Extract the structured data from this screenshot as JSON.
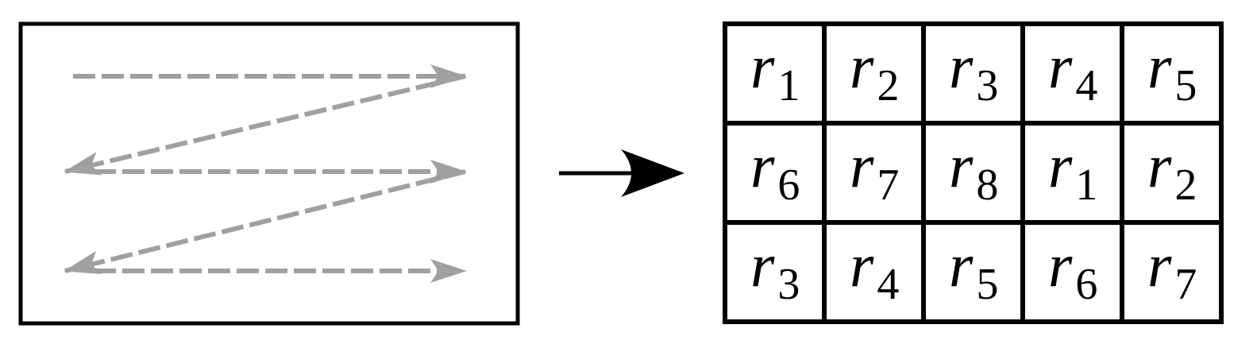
{
  "diagram": {
    "variable_letter": "r",
    "grid": {
      "rows": [
        [
          "1",
          "2",
          "3",
          "4",
          "5"
        ],
        [
          "6",
          "7",
          "8",
          "1",
          "2"
        ],
        [
          "3",
          "4",
          "5",
          "6",
          "7"
        ]
      ]
    },
    "colors": {
      "scan_path": "#a0a0a0",
      "ink": "#000000"
    }
  }
}
